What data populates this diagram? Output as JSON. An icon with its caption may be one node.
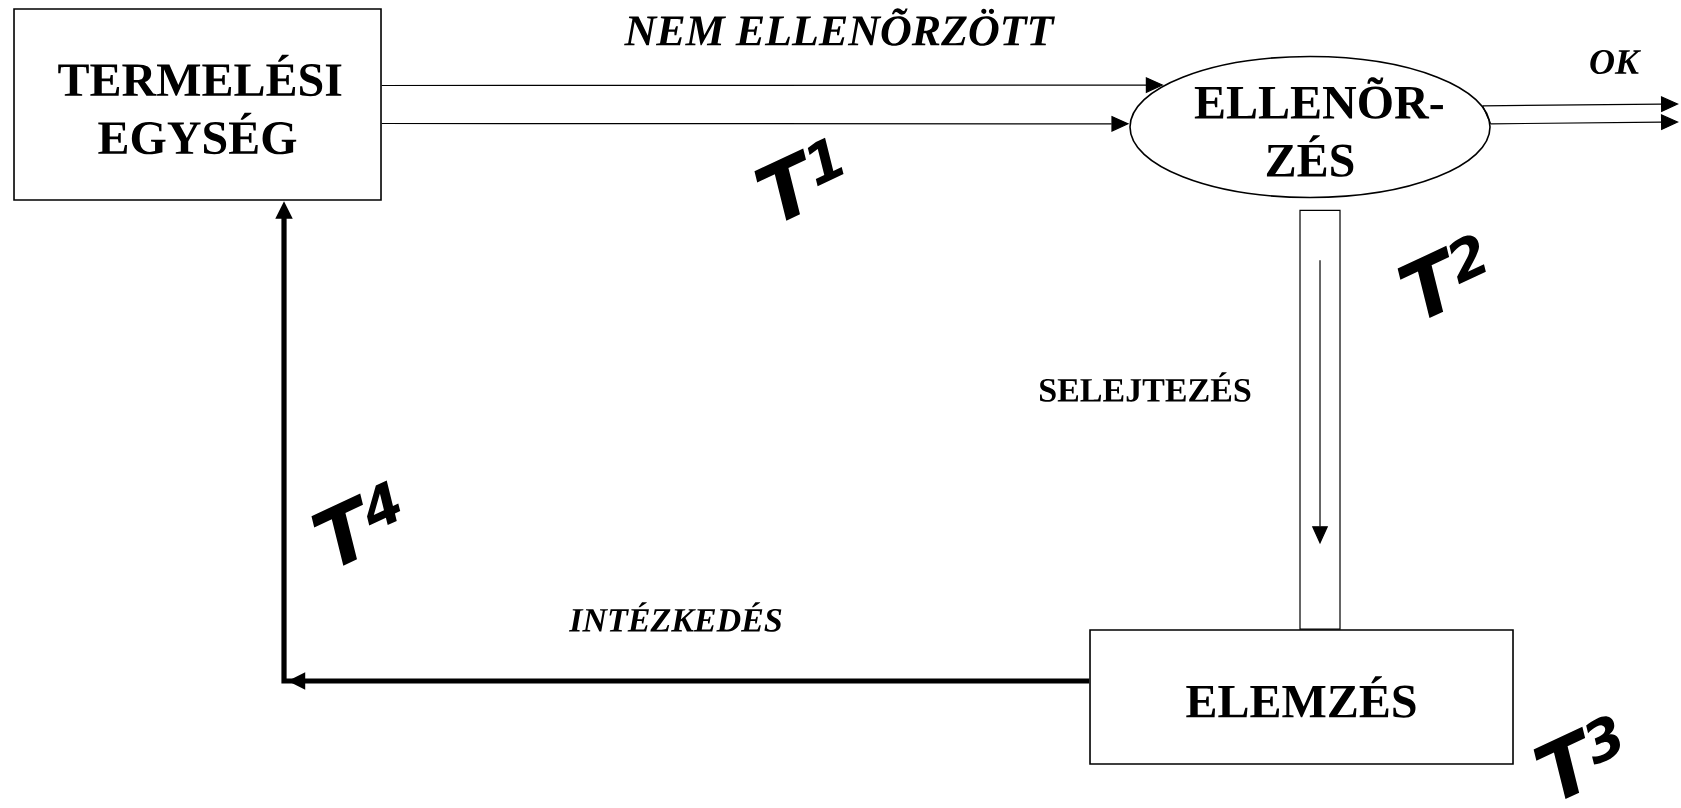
{
  "diagram": {
    "nodes": [
      {
        "text": [
          "TERMELÉSI EGYSÉG"
        ]
      },
      {
        "text": [
          "ELLENÕR- ZÉS"
        ]
      },
      {
        "text": [
          "ELEMZÉS"
        ]
      }
    ],
    "edges": [
      {
        "from": 0,
        "to": 1,
        "arrow": "to",
        "label": "NEM ELLENÕRZÖTT"
      },
      {
        "from": 1,
        "to": null,
        "arrow": "to",
        "label": "OK"
      },
      {
        "from": 1,
        "to": 2,
        "arrow": "to",
        "label": "SELEJTEZÉS"
      },
      {
        "from": 2,
        "to": 0,
        "arrow": "to",
        "label": "INTÉZKEDÉS",
        "style": "thick"
      }
    ],
    "labels": [
      "T$^{1}$",
      "T$^{2}$",
      "T$^{3}$",
      "T$^{4}$"
    ]
  }
}
